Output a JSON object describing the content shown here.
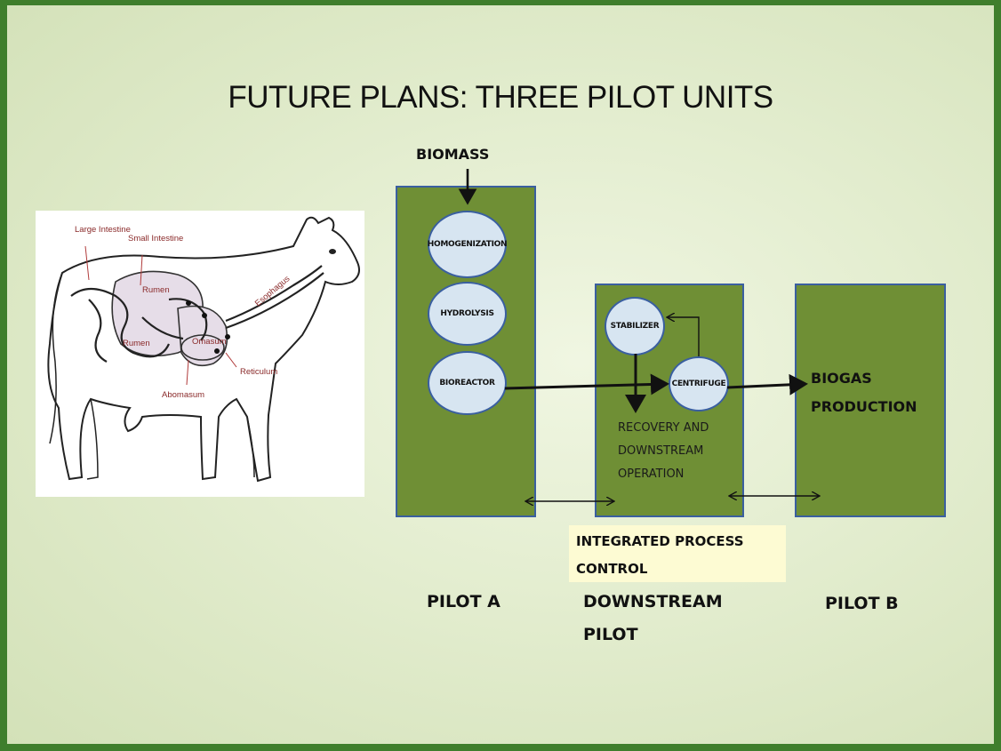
{
  "title": "FUTURE PLANS: THREE PILOT UNITS",
  "biomass": "BIOMASS",
  "pilot_a": {
    "circles": [
      "HOMOGENIZATION",
      "HYDROLYSIS",
      "BIOREACTOR"
    ],
    "label": "PILOT A"
  },
  "downstream": {
    "stabilizer": "STABILIZER",
    "centrifuge": "CENTRIFUGE",
    "text_lines": [
      "RECOVERY AND",
      "DOWNSTREAM",
      "OPERATION"
    ],
    "label_lines": [
      "DOWNSTREAM",
      "PILOT"
    ]
  },
  "pilot_b": {
    "text_lines": [
      "BIOGAS",
      "PRODUCTION"
    ],
    "label": "PILOT B"
  },
  "integrated": [
    "INTEGRATED PROCESS",
    "CONTROL"
  ],
  "cow": {
    "labels": [
      "Large Intestine",
      "Small Intestine",
      "Rumen",
      "Rumen",
      "Omasum",
      "Esophagus",
      "Reticulum",
      "Abomasum"
    ]
  },
  "colors": {
    "box_fill": "#6f8f35",
    "box_border": "#3a5fa0",
    "circle_fill": "#d7e5f1",
    "frame": "#3f7e2c",
    "ipc_fill": "#fdfbd3"
  }
}
